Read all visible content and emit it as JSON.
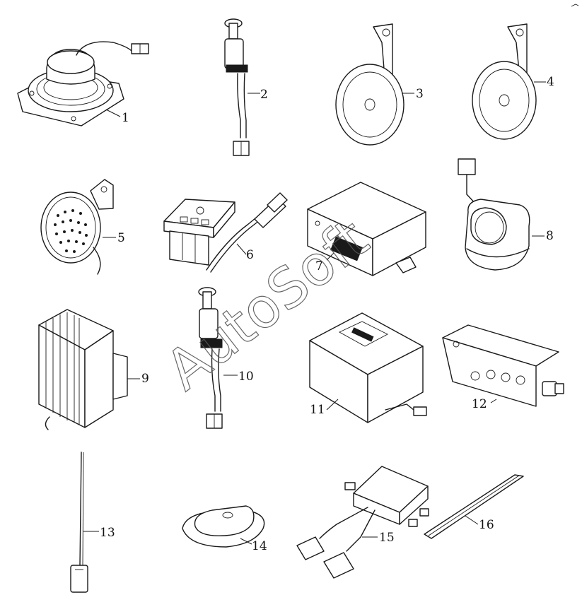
{
  "watermark": "AutoSoft",
  "callouts": [
    "1",
    "2",
    "3",
    "4",
    "5",
    "6",
    "7",
    "8",
    "9",
    "10",
    "11",
    "12",
    "13",
    "14",
    "15",
    "16"
  ]
}
